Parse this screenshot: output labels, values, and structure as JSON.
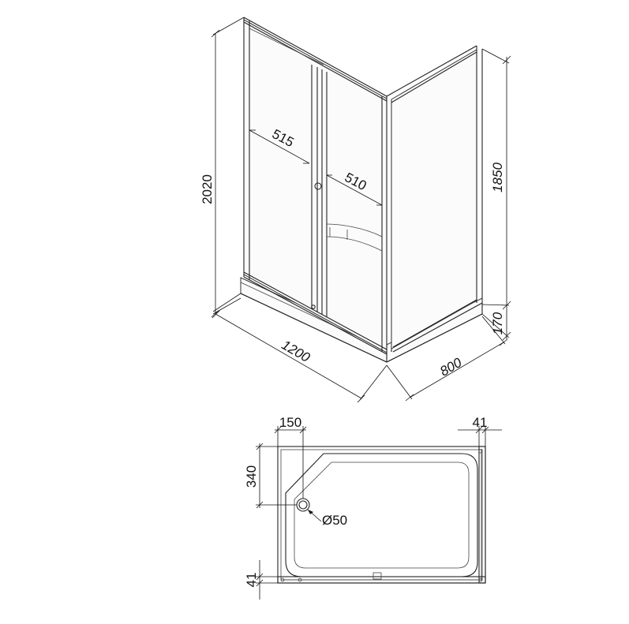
{
  "iso_view": {
    "dimensions": {
      "total_height": "2020",
      "panel_height": "1850",
      "tray_height": "170",
      "length": "1200",
      "depth": "800",
      "door_left": "515",
      "door_right": "510"
    }
  },
  "plan_view": {
    "dimensions": {
      "drain_offset_x": "150",
      "drain_offset_y": "340",
      "drain_diameter": "Ø50",
      "frame_right": "41",
      "frame_bottom": "41"
    }
  }
}
